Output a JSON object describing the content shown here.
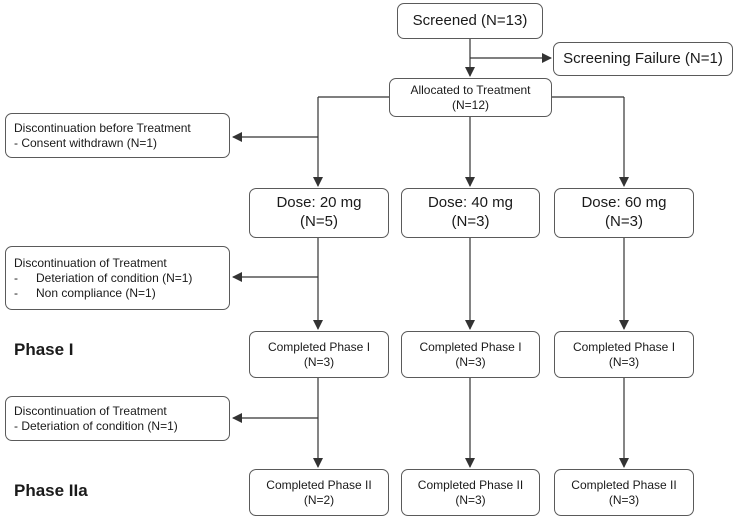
{
  "screened": {
    "label": "Screened (N=13)"
  },
  "screening_failure": {
    "label": "Screening Failure (N=1)"
  },
  "allocated": {
    "line1": "Allocated to Treatment",
    "line2": "(N=12)"
  },
  "disc_before": {
    "line1": "Discontinuation before Treatment",
    "line2": "- Consent withdrawn (N=1)"
  },
  "doses": [
    {
      "line1": "Dose: 20 mg",
      "line2": "(N=5)"
    },
    {
      "line1": "Dose: 40 mg",
      "line2": "(N=3)"
    },
    {
      "line1": "Dose: 60 mg",
      "line2": "(N=3)"
    }
  ],
  "disc_treatment_1": {
    "title": "Discontinuation of Treatment",
    "items": [
      {
        "dash": "-",
        "text": "Deteriation of condition (N=1)"
      },
      {
        "dash": "-",
        "text": "Non compliance (N=1)"
      }
    ]
  },
  "phase1": {
    "label": "Phase I",
    "boxes": [
      {
        "line1": "Completed Phase I",
        "line2": "(N=3)"
      },
      {
        "line1": "Completed Phase I",
        "line2": "(N=3)"
      },
      {
        "line1": "Completed Phase I",
        "line2": "(N=3)"
      }
    ]
  },
  "disc_treatment_2": {
    "title": "Discontinuation of Treatment",
    "line2": "- Deteriation of condition (N=1)"
  },
  "phase2": {
    "label": "Phase IIa",
    "boxes": [
      {
        "line1": "Completed Phase II",
        "line2": "(N=2)"
      },
      {
        "line1": "Completed Phase II",
        "line2": "(N=3)"
      },
      {
        "line1": "Completed Phase II",
        "line2": "(N=3)"
      }
    ]
  }
}
